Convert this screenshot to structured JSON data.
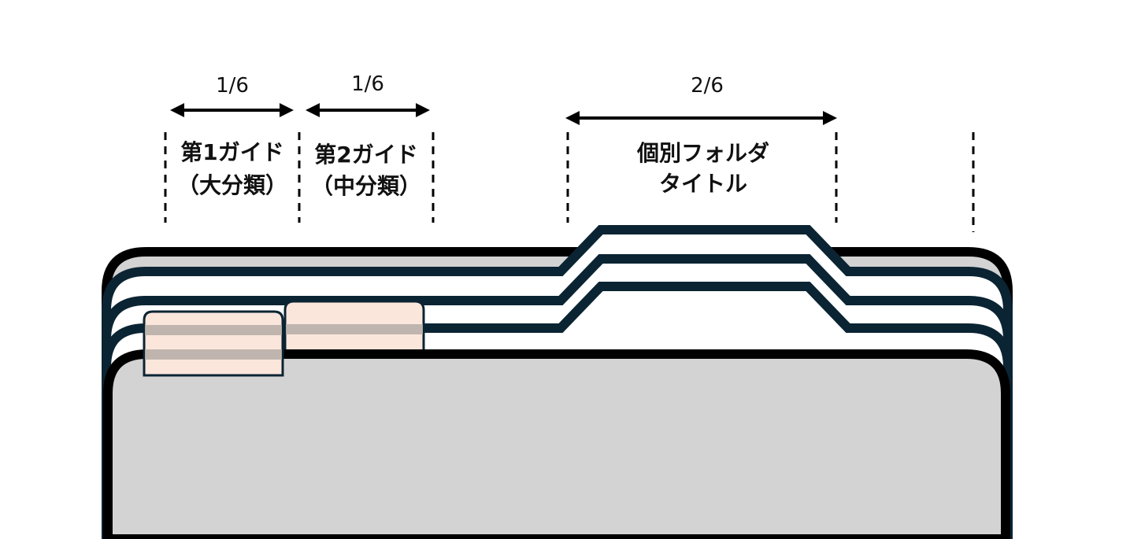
{
  "dimensions": {
    "guide1": {
      "fraction": "1/6",
      "label_line1": "第1ガイド",
      "label_line2": "（大分類）"
    },
    "guide2": {
      "fraction": "1/6",
      "label_line1": "第2ガイド",
      "label_line2": "（中分類）"
    },
    "folder_title": {
      "fraction": "2/6",
      "label_line1": "個別フォルダ",
      "label_line2": "タイトル"
    }
  },
  "colors": {
    "outline": "#000000",
    "folder_fill": "#d3d3d3",
    "folder_stroke": "#0b2433",
    "guide_tab_fill": "#fbe6dc",
    "guide_tab_band": "#b5aca6",
    "background": "#ffffff"
  }
}
